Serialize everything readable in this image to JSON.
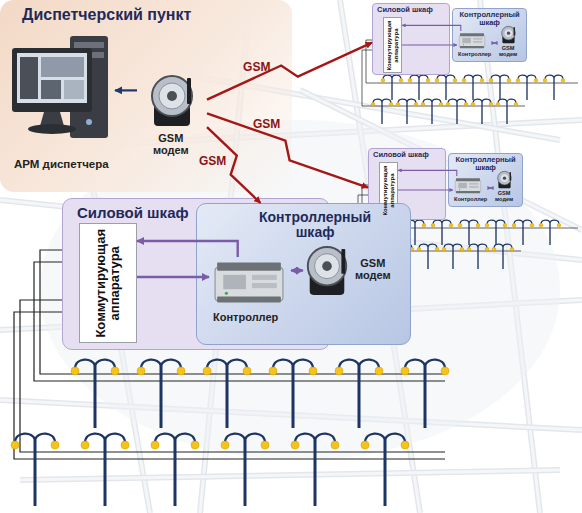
{
  "diagram": {
    "nodes": [
      {
        "text": [
          "Диспетчерский пункт"
        ]
      },
      {
        "text": [
          "АРМ диспетчера"
        ],
        "in": 0
      },
      {
        "text": [
          "GSM модем"
        ],
        "in": 0
      },
      {
        "text": [
          "Силовой шкаф"
        ]
      },
      {
        "text": [
          "Коммутирующая аппаратура"
        ],
        "in": 3
      },
      {
        "text": [
          "Контроллерный шкаф"
        ]
      },
      {
        "text": [
          "Контроллер"
        ],
        "in": 5
      },
      {
        "text": [
          "GSM модем"
        ],
        "in": 5
      },
      {
        "text": [
          "Силовой шкаф"
        ]
      },
      {
        "text": [
          "Коммутирующая аппаратура"
        ],
        "in": 8
      },
      {
        "text": [
          "Контроллерный шкаф"
        ]
      },
      {
        "text": [
          "Контроллер"
        ],
        "in": 10
      },
      {
        "text": [
          "GSM модем"
        ],
        "in": 10
      },
      {
        "text": [
          "Силовой шкаф"
        ]
      },
      {
        "text": [
          "Коммутирующая аппаратура"
        ],
        "in": 13
      },
      {
        "text": [
          "Контроллерный шкаф"
        ]
      },
      {
        "text": [
          "Контроллер"
        ],
        "in": 15
      },
      {
        "text": [
          "GSM модем"
        ],
        "in": 15
      }
    ],
    "edges": [
      {
        "from": 2,
        "to": 1,
        "arrow": "to"
      },
      {
        "from": 2,
        "to": 3,
        "label": "GSM",
        "arrow": "to"
      },
      {
        "from": 2,
        "to": 8,
        "label": "GSM",
        "arrow": "to"
      },
      {
        "from": 2,
        "to": 15,
        "label": "GSM",
        "arrow": "to"
      },
      {
        "from": 6,
        "to": 4,
        "arrow": "to"
      },
      {
        "from": 4,
        "to": 6,
        "arrow": "to"
      },
      {
        "from": 7,
        "to": 6,
        "arrow": "both"
      },
      {
        "from": 11,
        "to": 9,
        "arrow": "to"
      },
      {
        "from": 9,
        "to": 11,
        "arrow": "to"
      },
      {
        "from": 12,
        "to": 11,
        "arrow": "both"
      },
      {
        "from": 16,
        "to": 14,
        "arrow": "to"
      },
      {
        "from": 14,
        "to": 16,
        "arrow": "to"
      },
      {
        "from": 17,
        "to": 16,
        "arrow": "both"
      }
    ]
  }
}
